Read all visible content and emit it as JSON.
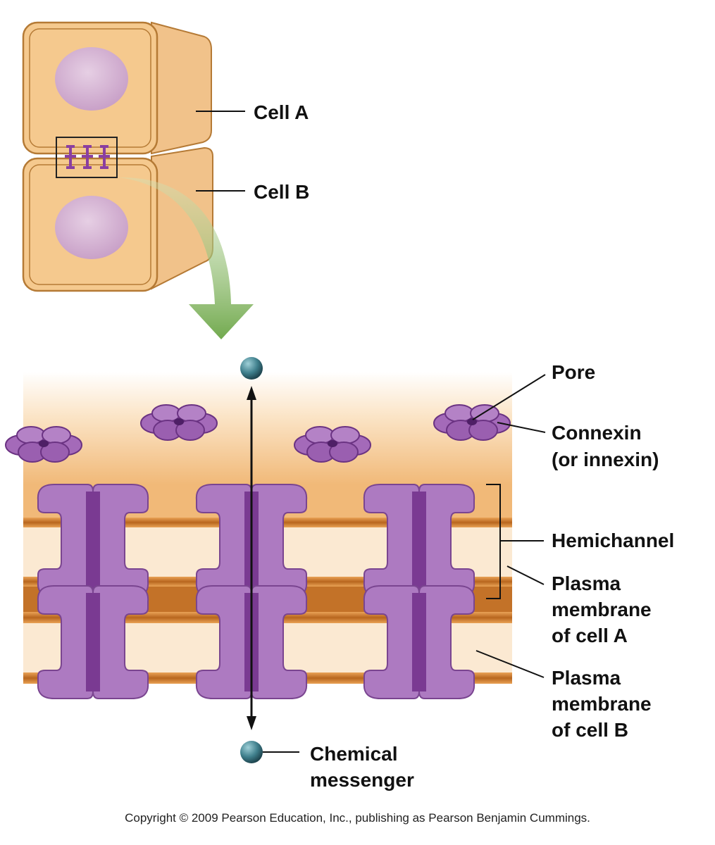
{
  "labels": {
    "cell_a": "Cell A",
    "cell_b": "Cell B",
    "pore": "Pore",
    "connexin": "Connexin",
    "connexin_alt": "(or innexin)",
    "hemichannel": "Hemichannel",
    "plasma_a_1": "Plasma",
    "plasma_a_2": "membrane",
    "plasma_a_3": "of cell A",
    "plasma_b_1": "Plasma",
    "plasma_b_2": "membrane",
    "plasma_b_3": "of cell B",
    "messenger_1": "Chemical",
    "messenger_2": "messenger"
  },
  "copyright": "Copyright © 2009 Pearson Education, Inc., publishing as Pearson Benjamin Cummings.",
  "colors": {
    "cell_fill": "#f5c98e",
    "cell_stroke": "#b57a35",
    "nucleus": "#d7b3d3",
    "membrane_light": "#fbe7cc",
    "membrane_dark": "#c97a2c",
    "connexin": "#a572b8",
    "connexin_dark": "#6a2f85",
    "arrow": "#7ab04f",
    "messenger": "#3d7a86"
  }
}
